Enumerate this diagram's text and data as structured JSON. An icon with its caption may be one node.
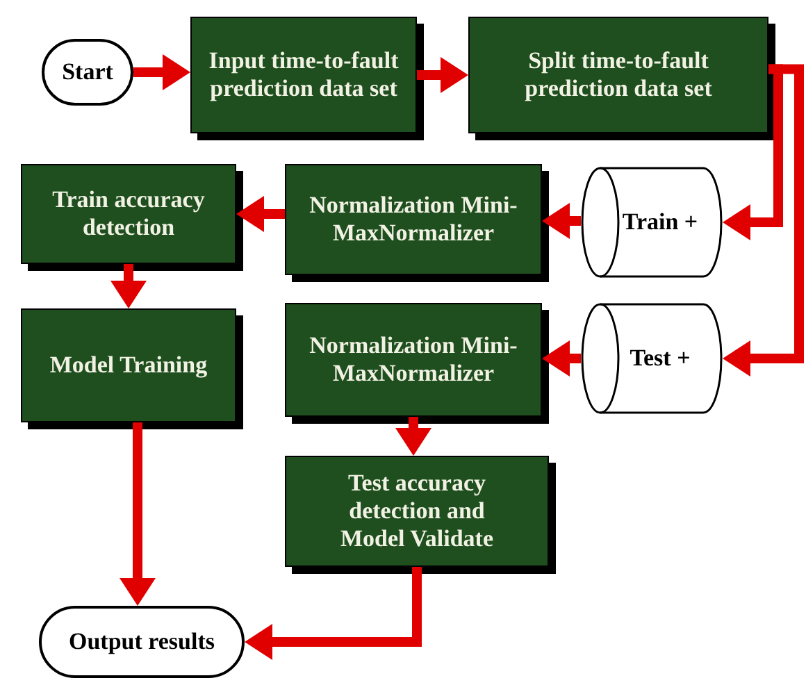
{
  "diagram": {
    "nodes": [
      {
        "text": [
          "Start"
        ]
      },
      {
        "text": [
          "Input time-to-fault prediction data set"
        ]
      },
      {
        "text": [
          "Split time-to-fault prediction data set"
        ]
      },
      {
        "text": [
          "Train +"
        ]
      },
      {
        "text": [
          "Normalization Mini-MaxNormalizer"
        ]
      },
      {
        "text": [
          "Train accuracy detection"
        ]
      },
      {
        "text": [
          "Model Training"
        ]
      },
      {
        "text": [
          "Test +"
        ]
      },
      {
        "text": [
          "Normalization Mini-MaxNormalizer"
        ]
      },
      {
        "text": [
          "Test accuracy detection and Model Validate"
        ]
      },
      {
        "text": [
          "Output results"
        ]
      }
    ],
    "edges": [
      {
        "from": 0,
        "to": 1,
        "arrow": "to"
      },
      {
        "from": 1,
        "to": 2,
        "arrow": "to"
      },
      {
        "from": 2,
        "to": 3,
        "arrow": "to"
      },
      {
        "from": 2,
        "to": 7,
        "arrow": "to"
      },
      {
        "from": 3,
        "to": 4,
        "arrow": "to"
      },
      {
        "from": 4,
        "to": 5,
        "arrow": "to"
      },
      {
        "from": 5,
        "to": 6,
        "arrow": "to"
      },
      {
        "from": 7,
        "to": 8,
        "arrow": "to"
      },
      {
        "from": 8,
        "to": 9,
        "arrow": "to"
      },
      {
        "from": 6,
        "to": 10,
        "arrow": "to"
      },
      {
        "from": 9,
        "to": 10,
        "arrow": "to"
      }
    ]
  }
}
